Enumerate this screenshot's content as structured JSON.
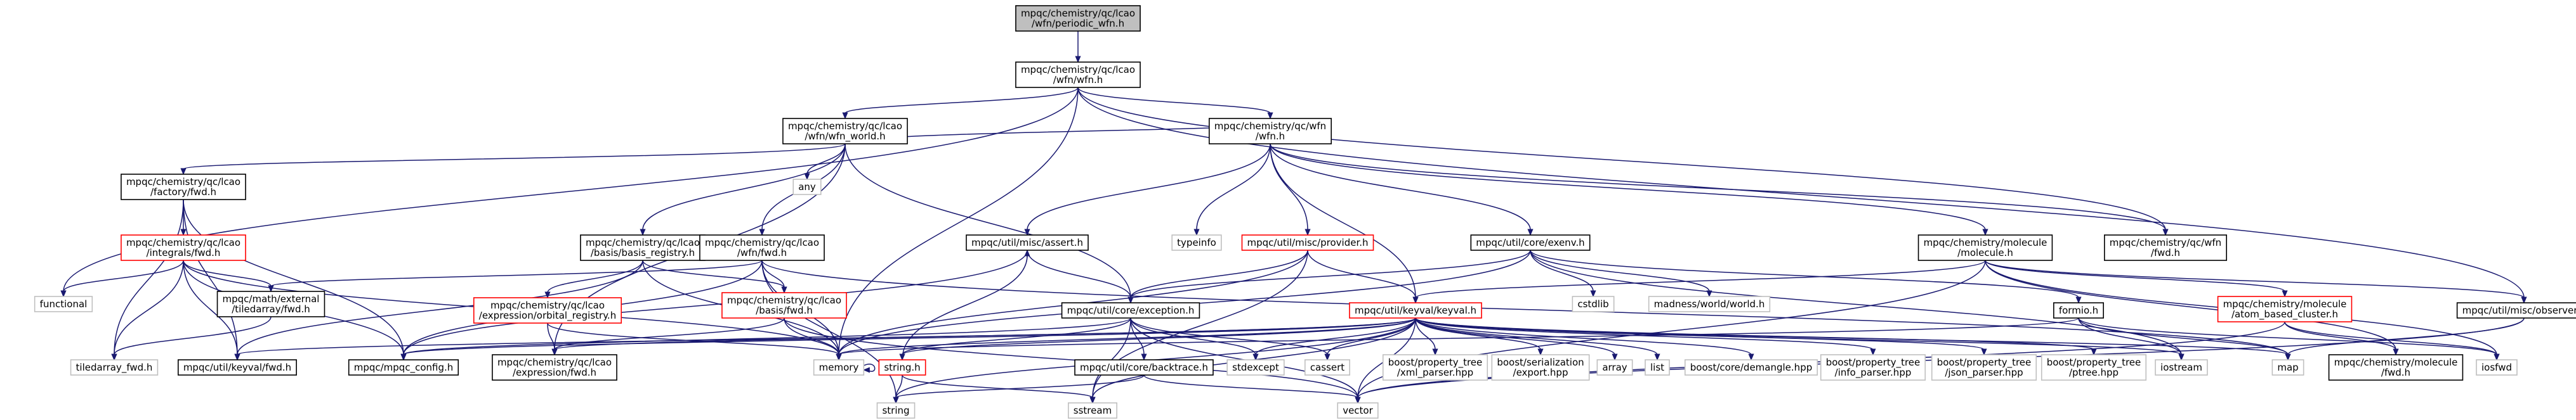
{
  "diagram": {
    "nodes": [
      {
        "id": "periodic",
        "lines": [
          "mpqc/chemistry/qc/lcao",
          "/wfn/periodic_wfn.h"
        ],
        "style": "root"
      },
      {
        "id": "wfn_lcao",
        "lines": [
          "mpqc/chemistry/qc/lcao",
          "/wfn/wfn.h"
        ],
        "style": "normal"
      },
      {
        "id": "wfn_world",
        "lines": [
          "mpqc/chemistry/qc/lcao",
          "/wfn/wfn_world.h"
        ],
        "style": "normal"
      },
      {
        "id": "qc_wfn",
        "lines": [
          "mpqc/chemistry/qc/wfn",
          "/wfn.h"
        ],
        "style": "normal"
      },
      {
        "id": "factory_fwd",
        "lines": [
          "mpqc/chemistry/qc/lcao",
          "/factory/fwd.h"
        ],
        "style": "normal"
      },
      {
        "id": "any",
        "lines": [
          "any"
        ],
        "style": "gray"
      },
      {
        "id": "integrals_fwd",
        "lines": [
          "mpqc/chemistry/qc/lcao",
          "/integrals/fwd.h"
        ],
        "style": "red"
      },
      {
        "id": "basis_registry",
        "lines": [
          "mpqc/chemistry/qc/lcao",
          "/basis/basis_registry.h"
        ],
        "style": "normal"
      },
      {
        "id": "wfn_fwd_lcao",
        "lines": [
          "mpqc/chemistry/qc/lcao",
          "/wfn/fwd.h"
        ],
        "style": "normal"
      },
      {
        "id": "assert",
        "lines": [
          "mpqc/util/misc/assert.h"
        ],
        "style": "normal"
      },
      {
        "id": "typeinfo",
        "lines": [
          "typeinfo"
        ],
        "style": "gray"
      },
      {
        "id": "provider",
        "lines": [
          "mpqc/util/misc/provider.h"
        ],
        "style": "red"
      },
      {
        "id": "exenv",
        "lines": [
          "mpqc/util/core/exenv.h"
        ],
        "style": "normal"
      },
      {
        "id": "molecule",
        "lines": [
          "mpqc/chemistry/molecule",
          "/molecule.h"
        ],
        "style": "normal"
      },
      {
        "id": "qc_wfn_fwd",
        "lines": [
          "mpqc/chemistry/qc/wfn",
          "/fwd.h"
        ],
        "style": "normal"
      },
      {
        "id": "functional",
        "lines": [
          "functional"
        ],
        "style": "gray"
      },
      {
        "id": "tiledarray_ext",
        "lines": [
          "mpqc/math/external",
          "/tiledarray/fwd.h"
        ],
        "style": "normal"
      },
      {
        "id": "orbital_registry",
        "lines": [
          "mpqc/chemistry/qc/lcao",
          "/expression/orbital_registry.h"
        ],
        "style": "red"
      },
      {
        "id": "basis_fwd",
        "lines": [
          "mpqc/chemistry/qc/lcao",
          "/basis/fwd.h"
        ],
        "style": "red"
      },
      {
        "id": "exception",
        "lines": [
          "mpqc/util/core/exception.h"
        ],
        "style": "normal"
      },
      {
        "id": "keyval",
        "lines": [
          "mpqc/util/keyval/keyval.h"
        ],
        "style": "red"
      },
      {
        "id": "cstdlib",
        "lines": [
          "cstdlib"
        ],
        "style": "gray"
      },
      {
        "id": "madness_world",
        "lines": [
          "madness/world/world.h"
        ],
        "style": "gray"
      },
      {
        "id": "formio",
        "lines": [
          "formio.h"
        ],
        "style": "normal"
      },
      {
        "id": "atom_cluster",
        "lines": [
          "mpqc/chemistry/molecule",
          "/atom_based_cluster.h"
        ],
        "style": "red"
      },
      {
        "id": "observer",
        "lines": [
          "mpqc/util/misc/observer.h"
        ],
        "style": "normal"
      },
      {
        "id": "tiledarray_fwd",
        "lines": [
          "tiledarray_fwd.h"
        ],
        "style": "gray"
      },
      {
        "id": "keyval_fwd",
        "lines": [
          "mpqc/util/keyval/fwd.h"
        ],
        "style": "normal"
      },
      {
        "id": "mpqc_config",
        "lines": [
          "mpqc/mpqc_config.h"
        ],
        "style": "normal"
      },
      {
        "id": "expression_fwd",
        "lines": [
          "mpqc/chemistry/qc/lcao",
          "/expression/fwd.h"
        ],
        "style": "normal"
      },
      {
        "id": "memory",
        "lines": [
          "memory"
        ],
        "style": "gray"
      },
      {
        "id": "string_h",
        "lines": [
          "string.h"
        ],
        "style": "red"
      },
      {
        "id": "backtrace",
        "lines": [
          "mpqc/util/core/backtrace.h"
        ],
        "style": "normal"
      },
      {
        "id": "stdexcept",
        "lines": [
          "stdexcept"
        ],
        "style": "gray"
      },
      {
        "id": "cassert",
        "lines": [
          "cassert"
        ],
        "style": "gray"
      },
      {
        "id": "xml_parser",
        "lines": [
          "boost/property_tree",
          "/xml_parser.hpp"
        ],
        "style": "gray"
      },
      {
        "id": "serialization",
        "lines": [
          "boost/serialization",
          "/export.hpp"
        ],
        "style": "gray"
      },
      {
        "id": "array",
        "lines": [
          "array"
        ],
        "style": "gray"
      },
      {
        "id": "list",
        "lines": [
          "list"
        ],
        "style": "gray"
      },
      {
        "id": "demangle",
        "lines": [
          "boost/core/demangle.hpp"
        ],
        "style": "gray"
      },
      {
        "id": "info_parser",
        "lines": [
          "boost/property_tree",
          "/info_parser.hpp"
        ],
        "style": "gray"
      },
      {
        "id": "json_parser",
        "lines": [
          "boost/property_tree",
          "/json_parser.hpp"
        ],
        "style": "gray"
      },
      {
        "id": "ptree",
        "lines": [
          "boost/property_tree",
          "/ptree.hpp"
        ],
        "style": "gray"
      },
      {
        "id": "iostream",
        "lines": [
          "iostream"
        ],
        "style": "gray"
      },
      {
        "id": "map",
        "lines": [
          "map"
        ],
        "style": "gray"
      },
      {
        "id": "molecule_fwd",
        "lines": [
          "mpqc/chemistry/molecule",
          "/fwd.h"
        ],
        "style": "normal"
      },
      {
        "id": "iosfwd",
        "lines": [
          "iosfwd"
        ],
        "style": "gray"
      },
      {
        "id": "string",
        "lines": [
          "string"
        ],
        "style": "gray"
      },
      {
        "id": "sstream",
        "lines": [
          "sstream"
        ],
        "style": "gray"
      },
      {
        "id": "vector",
        "lines": [
          "vector"
        ],
        "style": "gray"
      }
    ],
    "edges": [
      [
        "periodic",
        "wfn_lcao"
      ],
      [
        "wfn_lcao",
        "wfn_world"
      ],
      [
        "wfn_lcao",
        "qc_wfn"
      ],
      [
        "wfn_lcao",
        "functional"
      ],
      [
        "wfn_lcao",
        "memory"
      ],
      [
        "wfn_lcao",
        "qc_wfn_fwd"
      ],
      [
        "wfn_lcao",
        "observer"
      ],
      [
        "wfn_world",
        "factory_fwd"
      ],
      [
        "wfn_world",
        "any"
      ],
      [
        "wfn_world",
        "basis_registry"
      ],
      [
        "wfn_world",
        "wfn_fwd_lcao"
      ],
      [
        "wfn_world",
        "exception"
      ],
      [
        "wfn_world",
        "expression_fwd"
      ],
      [
        "wfn_world",
        "qc_wfn"
      ],
      [
        "qc_wfn",
        "assert"
      ],
      [
        "qc_wfn",
        "typeinfo"
      ],
      [
        "qc_wfn",
        "provider"
      ],
      [
        "qc_wfn",
        "exenv"
      ],
      [
        "qc_wfn",
        "molecule"
      ],
      [
        "qc_wfn",
        "qc_wfn_fwd"
      ],
      [
        "qc_wfn",
        "keyval"
      ],
      [
        "factory_fwd",
        "integrals_fwd"
      ],
      [
        "factory_fwd",
        "tiledarray_fwd"
      ],
      [
        "factory_fwd",
        "mpqc_config"
      ],
      [
        "factory_fwd",
        "keyval_fwd"
      ],
      [
        "integrals_fwd",
        "functional"
      ],
      [
        "integrals_fwd",
        "tiledarray_ext"
      ],
      [
        "integrals_fwd",
        "tiledarray_fwd"
      ],
      [
        "integrals_fwd",
        "mpqc_config"
      ],
      [
        "integrals_fwd",
        "keyval_fwd"
      ],
      [
        "integrals_fwd",
        "memory"
      ],
      [
        "tiledarray_ext",
        "tiledarray_fwd"
      ],
      [
        "basis_registry",
        "orbital_registry"
      ],
      [
        "basis_registry",
        "basis_fwd"
      ],
      [
        "basis_registry",
        "memory"
      ],
      [
        "basis_registry",
        "keyval_fwd"
      ],
      [
        "orbital_registry",
        "expression_fwd"
      ],
      [
        "orbital_registry",
        "memory"
      ],
      [
        "wfn_fwd_lcao",
        "basis_fwd"
      ],
      [
        "wfn_fwd_lcao",
        "tiledarray_ext"
      ],
      [
        "wfn_fwd_lcao",
        "memory"
      ],
      [
        "wfn_fwd_lcao",
        "mpqc_config"
      ],
      [
        "wfn_fwd_lcao",
        "string"
      ],
      [
        "wfn_fwd_lcao",
        "map"
      ],
      [
        "basis_fwd",
        "expression_fwd"
      ],
      [
        "basis_fwd",
        "memory"
      ],
      [
        "basis_fwd",
        "vector"
      ],
      [
        "assert",
        "exception"
      ],
      [
        "assert",
        "mpqc_config"
      ],
      [
        "provider",
        "exception"
      ],
      [
        "provider",
        "keyval"
      ],
      [
        "provider",
        "memory"
      ],
      [
        "provider",
        "sstream"
      ],
      [
        "exenv",
        "exception"
      ],
      [
        "exenv",
        "cstdlib"
      ],
      [
        "exenv",
        "madness_world"
      ],
      [
        "exenv",
        "formio"
      ],
      [
        "exenv",
        "iostream"
      ],
      [
        "exenv",
        "memory"
      ],
      [
        "exception",
        "string_h"
      ],
      [
        "exception",
        "backtrace"
      ],
      [
        "exception",
        "stdexcept"
      ],
      [
        "exception",
        "cassert"
      ],
      [
        "exception",
        "sstream"
      ],
      [
        "exception",
        "vector"
      ],
      [
        "exception",
        "mpqc_config"
      ],
      [
        "string_h",
        "assert"
      ],
      [
        "string_h",
        "string"
      ],
      [
        "string_h",
        "sstream"
      ],
      [
        "backtrace",
        "string"
      ],
      [
        "backtrace",
        "vector"
      ],
      [
        "molecule",
        "keyval"
      ],
      [
        "molecule",
        "atom_cluster"
      ],
      [
        "molecule",
        "molecule_fwd"
      ],
      [
        "molecule",
        "observer"
      ],
      [
        "molecule",
        "iosfwd"
      ],
      [
        "molecule",
        "vector"
      ],
      [
        "atom_cluster",
        "molecule_fwd"
      ],
      [
        "atom_cluster",
        "vector"
      ],
      [
        "atom_cluster",
        "iosfwd"
      ],
      [
        "observer",
        "map"
      ],
      [
        "observer",
        "vector"
      ],
      [
        "formio",
        "iostream"
      ],
      [
        "formio",
        "map"
      ],
      [
        "formio",
        "iosfwd"
      ],
      [
        "formio",
        "memory"
      ],
      [
        "keyval",
        "memory"
      ],
      [
        "keyval",
        "mpqc_config"
      ],
      [
        "keyval",
        "keyval_fwd"
      ],
      [
        "keyval",
        "string_h"
      ],
      [
        "keyval",
        "stdexcept"
      ],
      [
        "keyval",
        "cassert"
      ],
      [
        "keyval",
        "xml_parser"
      ],
      [
        "keyval",
        "serialization"
      ],
      [
        "keyval",
        "array"
      ],
      [
        "keyval",
        "list"
      ],
      [
        "keyval",
        "demangle"
      ],
      [
        "keyval",
        "info_parser"
      ],
      [
        "keyval",
        "json_parser"
      ],
      [
        "keyval",
        "ptree"
      ],
      [
        "keyval",
        "iostream"
      ],
      [
        "keyval",
        "map"
      ],
      [
        "keyval",
        "string"
      ],
      [
        "keyval",
        "sstream"
      ],
      [
        "keyval",
        "vector"
      ],
      [
        "keyval",
        "expression_fwd"
      ],
      [
        "memory",
        "memory"
      ]
    ]
  }
}
